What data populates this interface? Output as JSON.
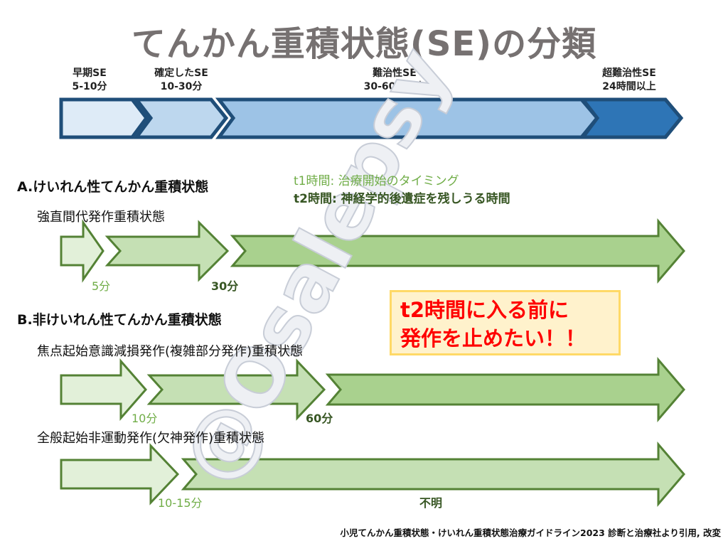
{
  "title": "てんかん重積状態(SE)の分類",
  "stages": [
    {
      "name": "早期SE",
      "time": "5-10分",
      "fill": "#DEEBF7"
    },
    {
      "name": "確定したSE",
      "time": "10-30分",
      "fill": "#BDD7EE"
    },
    {
      "name": "難治性SE",
      "time": "30-60分以上",
      "fill": "#9DC3E6"
    },
    {
      "name": "超難治性SE",
      "time": "24時間以上",
      "fill": "#2E75B6"
    }
  ],
  "legend": {
    "t1": "t1時間: 治療開始のタイミング",
    "t2": "t2時間: 神経学的後遺症を残しうる時間"
  },
  "section_a": {
    "heading": "A.けいれん性てんかん重積状態",
    "rows": [
      {
        "label": "強直間代発作重積状態",
        "t1": "5分",
        "t2": "30分"
      }
    ]
  },
  "section_b": {
    "heading": "B.非けいれん性てんかん重積状態",
    "rows": [
      {
        "label": "焦点起始意識減損発作(複雑部分発作)重積状態",
        "t1": "10分",
        "t2": "60分"
      },
      {
        "label": "全般起始非運動発作(欠神発作)重積状態",
        "t1": "10-15分",
        "t2": "不明"
      }
    ]
  },
  "callout": {
    "line1": "t2時間に入る前に",
    "line2": "発作を止めたい！！"
  },
  "citation": "小児てんかん重積状態・けいれん重積状態治療ガイドライン2023 診断と治療社より引用, 改変",
  "watermark": "@Osalepsy",
  "colors": {
    "stage_stroke": "#1F4E79",
    "arrow_stroke": "#548235",
    "arrow_light": "#E2F0D9",
    "arrow_mid": "#C5E0B4",
    "arrow_dark": "#A9D18E",
    "callout_text": "#FF0000"
  }
}
